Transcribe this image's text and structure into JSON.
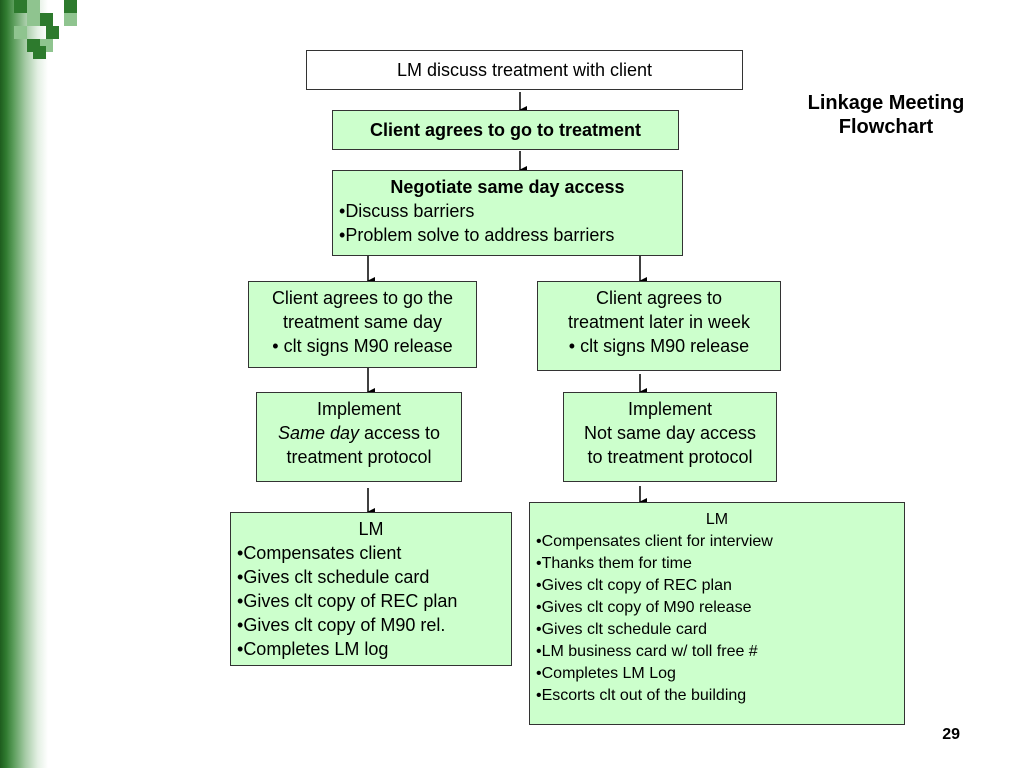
{
  "title": "Linkage Meeting Flowchart",
  "page_number": "29",
  "boxes": {
    "b1": {
      "text": "LM discuss treatment with client"
    },
    "b2": {
      "text": "Client agrees to go to treatment"
    },
    "b3": {
      "heading": "Negotiate same day access",
      "items": [
        "Discuss barriers",
        "Problem solve to address barriers"
      ]
    },
    "b4": {
      "line1": "Client agrees to go the",
      "line2": "treatment same day",
      "items": [
        " clt signs M90 release"
      ]
    },
    "b5": {
      "line1": "Client agrees to",
      "line2": "treatment later in week",
      "items": [
        " clt signs M90 release"
      ]
    },
    "b6": {
      "line1": "Implement",
      "line2_italic": "Same day",
      "line2_rest": " access to",
      "line3": "treatment protocol"
    },
    "b7": {
      "line1": "Implement",
      "line2": "Not same day access",
      "line3": "to treatment protocol"
    },
    "b8": {
      "heading": "LM",
      "items": [
        "Compensates client",
        "Gives clt schedule card",
        "Gives clt copy of REC plan",
        "Gives clt copy of M90 rel.",
        "Completes LM log"
      ]
    },
    "b9": {
      "heading": "LM",
      "items": [
        "Compensates client for interview",
        "Thanks them for time",
        "Gives clt copy of REC plan",
        "Gives clt copy of M90 release",
        "Gives clt  schedule card",
        "LM business card w/ toll free #",
        "Completes LM Log",
        "Escorts clt out of the building"
      ]
    }
  }
}
